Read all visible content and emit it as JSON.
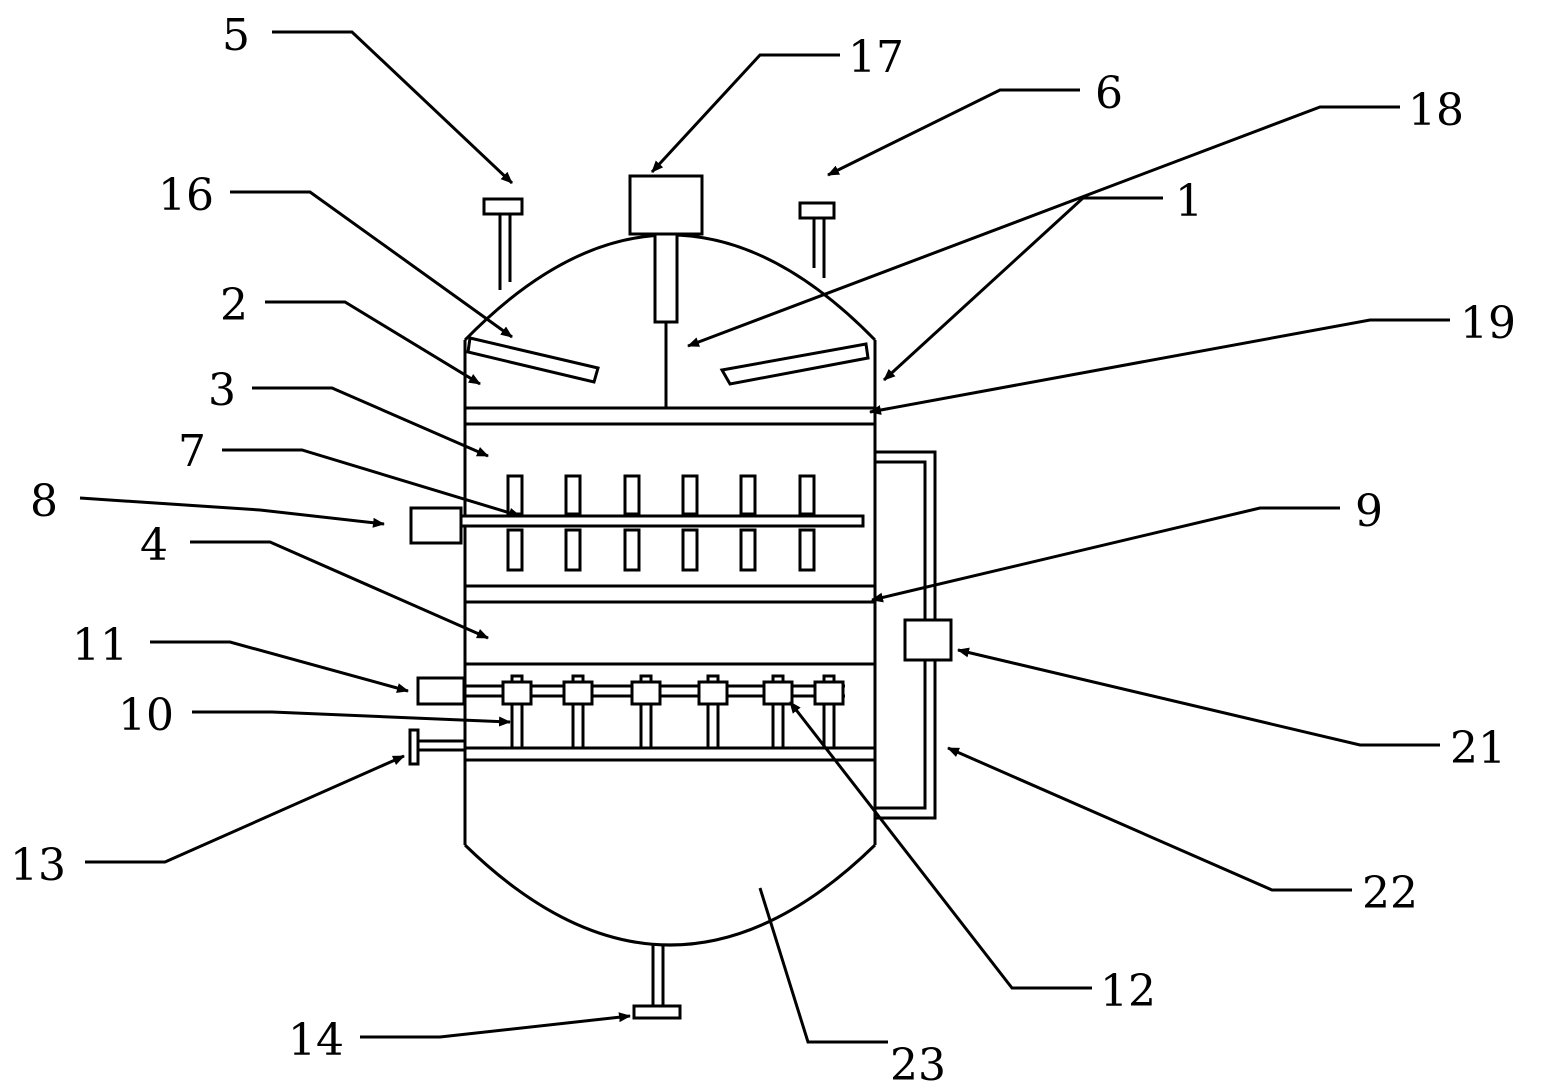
{
  "diagram": {
    "labels": {
      "l1": "1",
      "l2": "2",
      "l3": "3",
      "l4": "4",
      "l5": "5",
      "l6": "6",
      "l7": "7",
      "l8": "8",
      "l9": "9",
      "l10": "10",
      "l11": "11",
      "l12": "12",
      "l13": "13",
      "l14": "14",
      "l16": "16",
      "l17": "17",
      "l18": "18",
      "l19": "19",
      "l21": "21",
      "l22": "22",
      "l23": "23"
    }
  }
}
